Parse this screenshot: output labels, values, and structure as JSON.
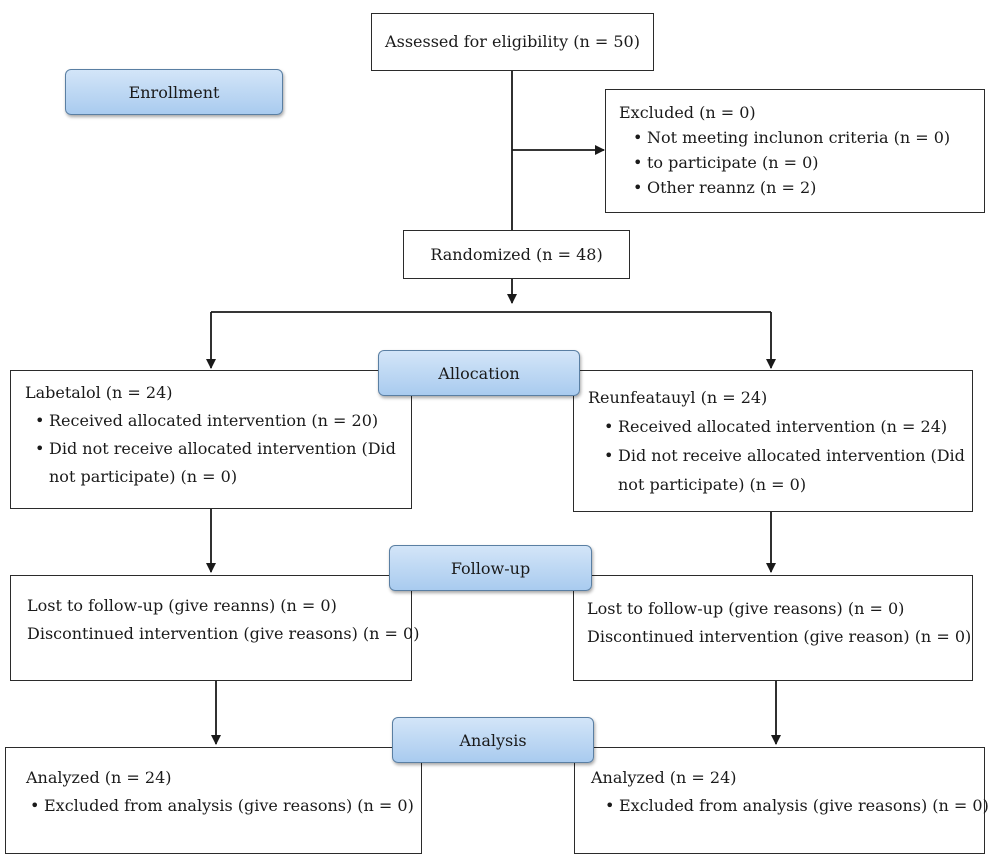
{
  "assessed": "Assessed for eligibility (n = 50)",
  "enrollment": "Enrollment",
  "excluded": {
    "title": "Excluded (n = 0)",
    "items": [
      "Not meeting inclunon criteria (n = 0)",
      "to participate (n = 0)",
      "Other reannz (n = 2)"
    ]
  },
  "randomized": "Randomized (n = 48)",
  "allocation": "Allocation",
  "left_alloc": {
    "title": "Labetalol (n = 24)",
    "item1": "Received allocated intervention (n = 20)",
    "item2_line1": "Did not receive allocated intervention (Did",
    "item2_line2": "not participate) (n = 0)"
  },
  "right_alloc": {
    "title": "Reunfeatauyl (n = 24)",
    "item1": "Received allocated intervention (n = 24)",
    "item2_line1": "Did not receive allocated intervention (Did",
    "item2_line2": "not participate) (n = 0)"
  },
  "followup": "Follow-up",
  "left_follow": {
    "line1": "Lost to follow-up (give reanns) (n = 0)",
    "line2": "Discontinued intervention (give reasons) (n = 0)"
  },
  "right_follow": {
    "line1": "Lost to follow-up (give reasons) (n = 0)",
    "line2": "Discontinued intervention (give reason) (n = 0)"
  },
  "analysis": "Analysis",
  "left_analysis": {
    "title": "Analyzed (n = 24)",
    "item1": "Excluded from analysis (give reasons) (n = 0)"
  },
  "right_analysis": {
    "title": "Analyzed (n = 24)",
    "item1": "Excluded from analysis (give reasons) (n = 0)"
  }
}
